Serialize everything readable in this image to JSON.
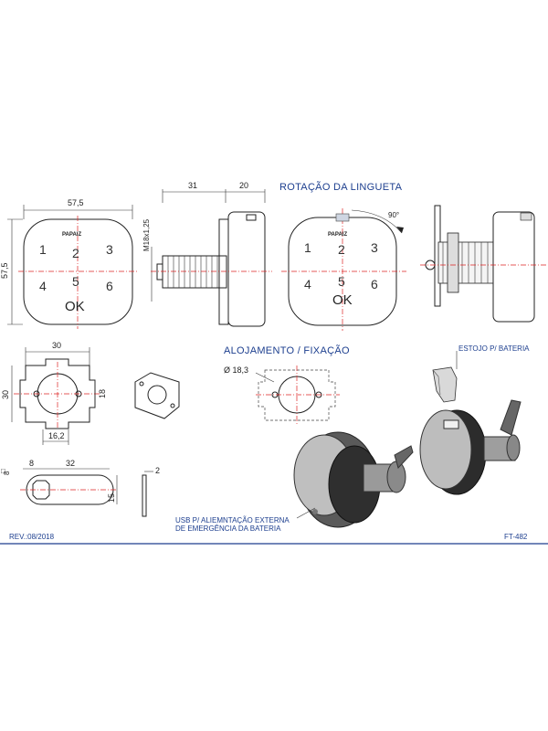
{
  "labels": {
    "top_title": "ROTAÇÃO DA LINGUETA",
    "housing_title": "ALOJAMENTO / FIXAÇÃO",
    "case_title": "ESTOJO P/ BATERIA",
    "usb_note_1": "USB P/ ALIEMNTAÇÃO EXTERNA",
    "usb_note_2": "DE EMERGÊNCIA DA BATERIA",
    "revision": "REV.:08/2018",
    "code": "FT-482",
    "brand": "PAPAIZ",
    "ok": "OK",
    "angle": "90°"
  },
  "keypad": [
    "1",
    "2",
    "3",
    "4",
    "5",
    "6"
  ],
  "dimensions": {
    "front_width": "57,5",
    "front_height": "57,5",
    "side_left": "31",
    "side_right": "20",
    "thread": "M18x1,25",
    "plate_width": "30",
    "plate_height": "30",
    "plate_inner": "18",
    "plate_offset": "16,2",
    "housing_diameter": "Ø 18,3",
    "tongue_square": "8",
    "tongue_offset": "8",
    "tongue_length": "32",
    "tongue_height": "15",
    "tongue_thickness": "2"
  },
  "colors": {
    "accent": "#1d3f8f",
    "centerline": "#dd2222"
  }
}
